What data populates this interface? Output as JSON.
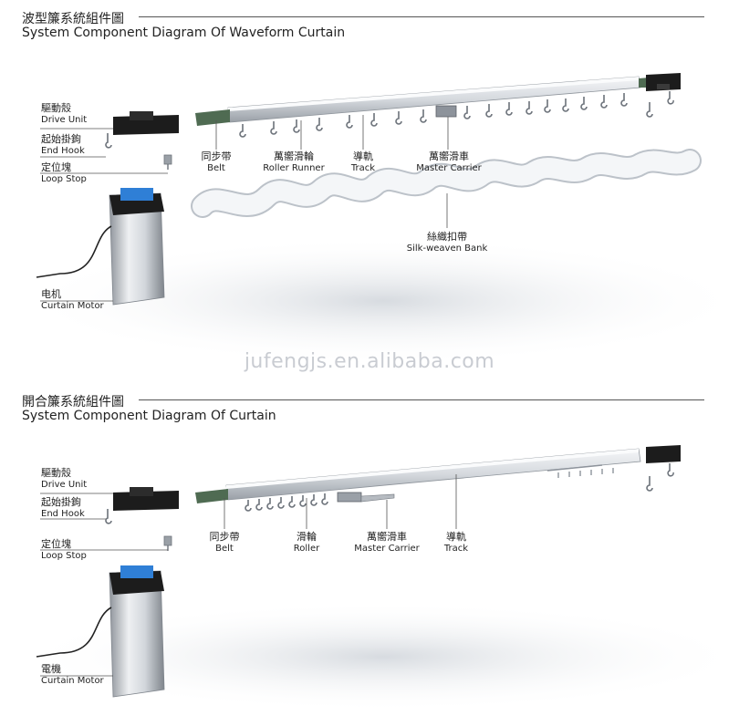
{
  "waveform": {
    "title_zh": "波型簾系統組件圖",
    "title_en": "System Component Diagram Of Waveform Curtain",
    "labels": {
      "drive_unit": {
        "zh": "驅動殼",
        "en": "Drive Unit"
      },
      "end_hook": {
        "zh": "起始掛鉤",
        "en": "End Hook"
      },
      "loop_stop": {
        "zh": "定位塊",
        "en": "Loop Stop"
      },
      "curtain_motor": {
        "zh": "电机",
        "en": "Curtain Motor"
      },
      "belt": {
        "zh": "同步带",
        "en": "Belt"
      },
      "roller_runner": {
        "zh": "萬嚮滑輪",
        "en": "Roller Runner"
      },
      "track": {
        "zh": "導軌",
        "en": "Track"
      },
      "master_carrier": {
        "zh": "萬嚮滑車",
        "en": "Master Carrier"
      },
      "silk_band": {
        "zh": "絲織扣帶",
        "en": "Silk-weaven Bank"
      }
    }
  },
  "watermark": "jufengjs.en.alibaba.com",
  "curtain": {
    "title_zh": "開合簾系統組件圖",
    "title_en": "System Component Diagram  Of  Curtain",
    "labels": {
      "drive_unit": {
        "zh": "驅動殼",
        "en": "Drive Unit"
      },
      "end_hook": {
        "zh": "起始掛鉤",
        "en": "End Hook"
      },
      "loop_stop": {
        "zh": "定位塊",
        "en": "Loop Stop"
      },
      "curtain_motor": {
        "zh": "電機",
        "en": "Curtain Motor"
      },
      "belt": {
        "zh": "同步帶",
        "en": "Belt"
      },
      "roller": {
        "zh": "滑輪",
        "en": "Roller"
      },
      "master_carrier": {
        "zh": "萬嚮滑車",
        "en": "Master Carrier"
      },
      "track": {
        "zh": "導軌",
        "en": "Track"
      }
    }
  },
  "colors": {
    "track_light": "#eef0f3",
    "track_mid": "#c9cdd3",
    "track_dark": "#8d939b",
    "belt_green": "#4f6b52",
    "drive_black": "#1c1c1c",
    "motor_blue": "#2f7fd6",
    "motor_silver": "#c4c8ce"
  }
}
